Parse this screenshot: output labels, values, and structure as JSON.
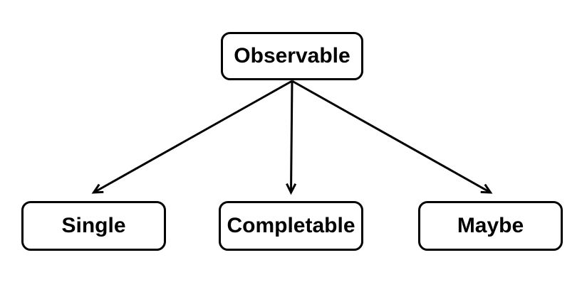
{
  "diagram": {
    "nodes": [
      {
        "id": "observable",
        "label": "Observable"
      },
      {
        "id": "single",
        "label": "Single"
      },
      {
        "id": "completable",
        "label": "Completable"
      },
      {
        "id": "maybe",
        "label": "Maybe"
      }
    ],
    "edges": [
      {
        "from": "observable",
        "to": "single"
      },
      {
        "from": "observable",
        "to": "completable"
      },
      {
        "from": "observable",
        "to": "maybe"
      }
    ],
    "colors": {
      "background": "#ffffff",
      "node_fill": "#ffffff",
      "node_border": "#000000",
      "text": "#000000",
      "arrow": "#000000"
    }
  }
}
